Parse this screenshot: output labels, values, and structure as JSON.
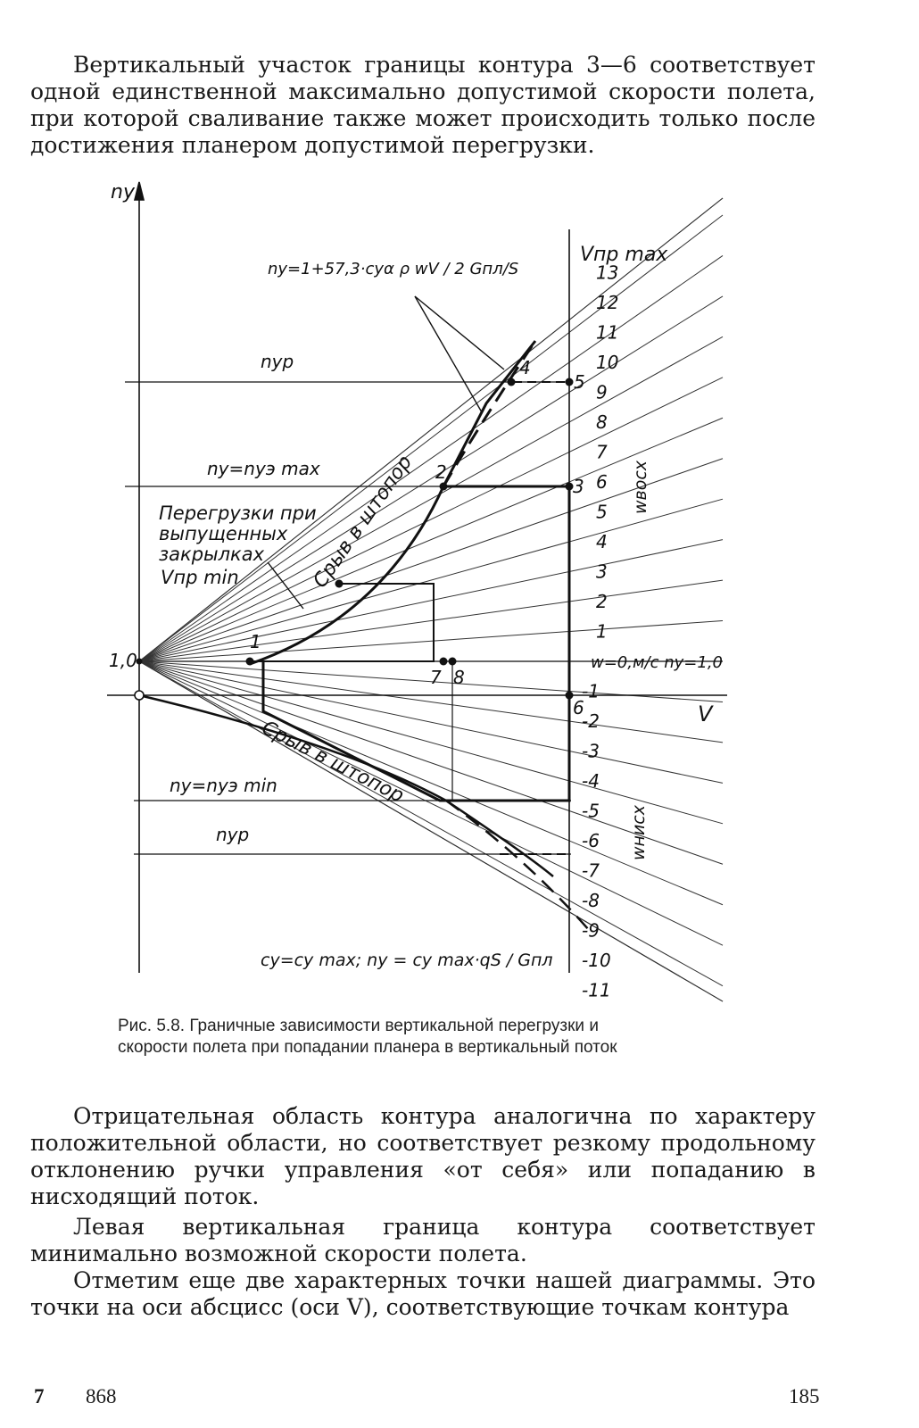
{
  "paragraphs": {
    "top": "Вертикальный участок границы контура 3—6 соответствует одной единственной максимально допустимой скорости полета, при которой сваливание также может происходить только после достижения планером допустимой перегрузки.",
    "negative_area": "Отрицательная область контура аналогична по характеру положительной области, но соответствует резкому продольному отклонению ручки управления «от себя» или попаданию в нисходящий поток.",
    "left_boundary": "Левая вертикальная граница контура соответствует минимально возможной скорости полета.",
    "mark_points": "Отметим еще две характерных точки нашей диаграммы. Это точки на оси абсцисс (оси V), соответствующие точкам контура"
  },
  "figure": {
    "axis_y_label": "ny",
    "axis_x_label": "V",
    "origin_value": "1,0",
    "label_vmax": "Vпр max",
    "label_vmin": "Vпр min",
    "label_np_top": "nyp",
    "label_np_bottom": "nyp",
    "label_ne_max": "ny=nyэ max",
    "label_ne_min": "ny=nyэ min",
    "label_flaps": [
      "Перегрузки при",
      "выпущенных",
      "закрылках"
    ],
    "label_stall_upper": "Срыв в штопор",
    "label_stall_lower": "Срыв в штопор",
    "formula_top": "ny=1+57,3·cyα ρ wV / 2 Gпл/S",
    "formula_bottom": "cy=cy max;  ny = cy max·qS / Gпл",
    "label_w_zero": "w=0,м/с  ny=1,0",
    "label_w_up": "wвосх",
    "label_w_down": "wнисх",
    "w_up_values": [
      "13",
      "12",
      "11",
      "10",
      "9",
      "8",
      "7",
      "6",
      "5",
      "4",
      "3",
      "2",
      "1"
    ],
    "w_down_values": [
      "-1",
      "-2",
      "-3",
      "-4",
      "-5",
      "-6",
      "-7",
      "-8",
      "-9",
      "-10",
      "-11"
    ],
    "point_labels": [
      "1",
      "2",
      "3",
      "4",
      "5",
      "6",
      "7",
      "8"
    ]
  },
  "caption": {
    "line1": "Рис. 5.8. Граничные зависимости вертикальной перегрузки и",
    "line2": "скорости полета при попадании планера в вертикальный поток"
  },
  "footer": {
    "signature": "7",
    "code": "868",
    "page": "185"
  }
}
